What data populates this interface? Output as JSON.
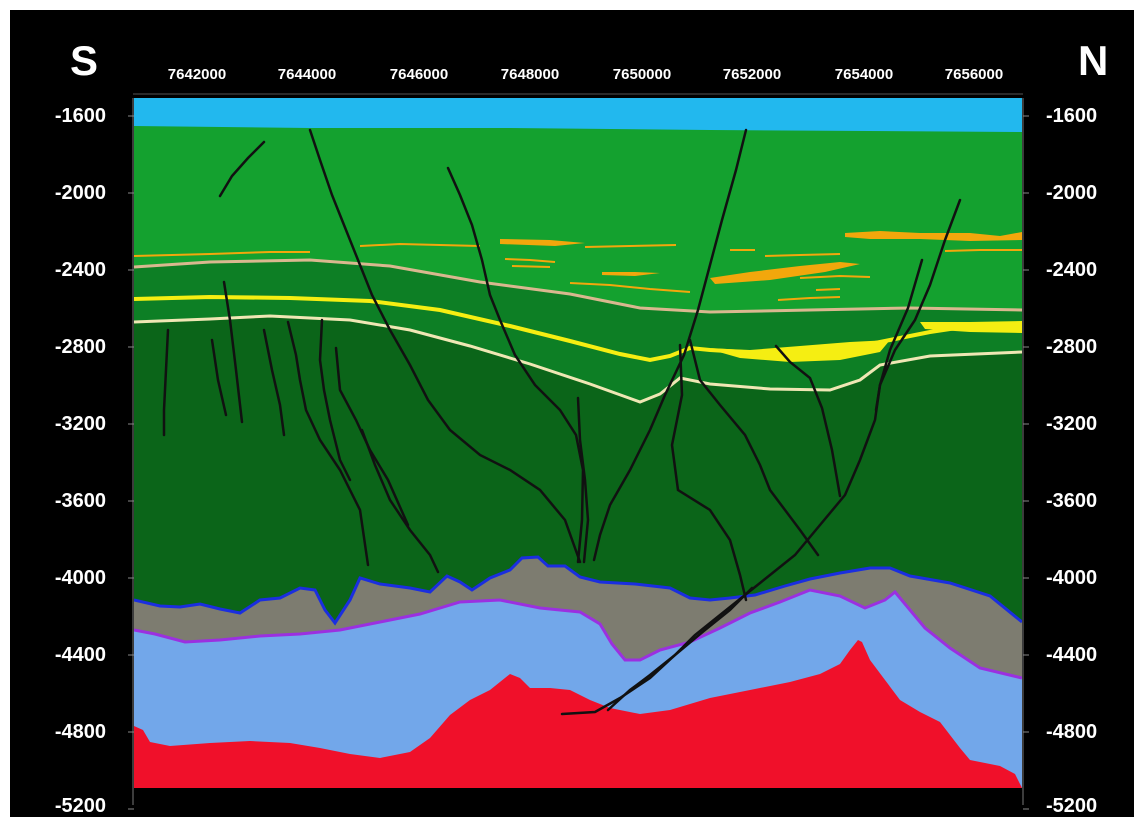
{
  "direction_left": "S",
  "direction_right": "N",
  "x_ticks": [
    "7642000",
    "7644000",
    "7646000",
    "7648000",
    "7650000",
    "7652000",
    "7654000",
    "7656000"
  ],
  "depth_ticks": [
    "-1600",
    "-2000",
    "-2400",
    "-2800",
    "-3200",
    "-3600",
    "-4000",
    "-4400",
    "-4800",
    "-5200"
  ],
  "colors": {
    "background": "#000000",
    "water": "#22b8ee",
    "upper_green": "#14a12f",
    "mid_green": "#0d7f25",
    "deep_green": "#0b6519",
    "gray_unit": "#7d7c70",
    "light_blue_unit": "#72a7ea",
    "red_unit": "#f0102a",
    "blue_horizon": "#1a2ee0",
    "purple_horizon": "#9b30e0",
    "orange_lenses": "#f2a70c",
    "yellow_horizon": "#f5ee12",
    "tan_horizon": "#d9b88f",
    "cream_horizon": "#efe7b4",
    "faults": "#111111"
  }
}
